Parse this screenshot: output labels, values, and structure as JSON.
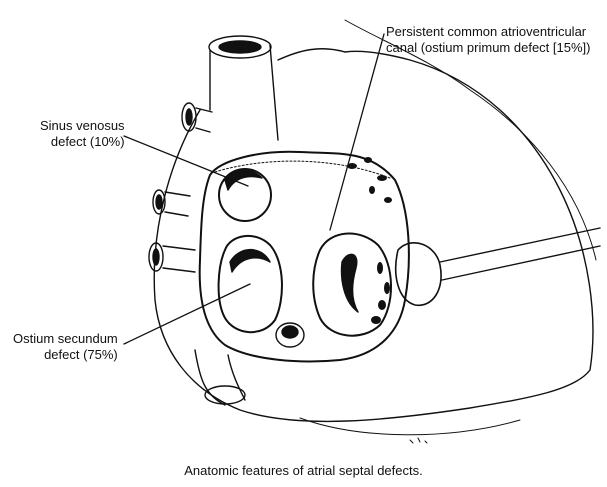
{
  "labels": {
    "primum": {
      "line1": "Persistent common atrioventricular",
      "line2": "canal (ostium primum defect [15%])"
    },
    "venosus": {
      "line1": "Sinus venosus",
      "line2": "defect (10%)"
    },
    "secundum": {
      "line1": "Ostium secundum",
      "line2": "defect (75%)"
    }
  },
  "caption": "Anatomic features of atrial septal defects.",
  "colors": {
    "ink": "#111111",
    "background": "#ffffff"
  }
}
